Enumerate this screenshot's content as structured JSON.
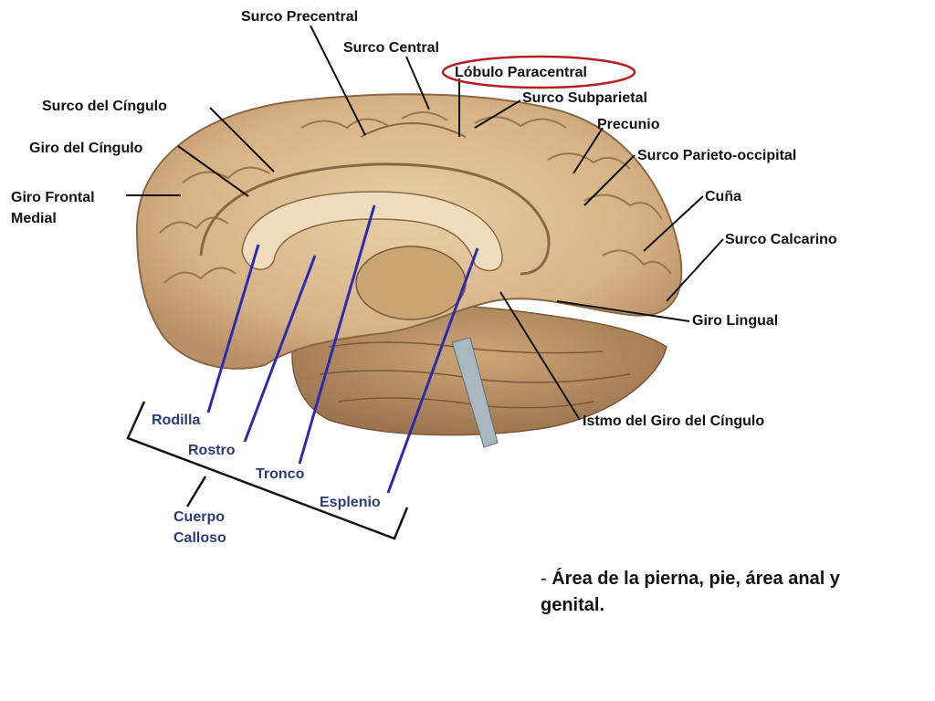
{
  "labels": {
    "surco_precentral": "Surco Precentral",
    "surco_central": "Surco Central",
    "lobulo_paracentral": "Lóbulo Paracentral",
    "surco_subparietal": "Surco Subparietal",
    "precunio": "Precunio",
    "surco_parieto_occipital": "Surco Parieto-occipital",
    "cuna": "Cuña",
    "surco_calcarino": "Surco Calcarino",
    "giro_lingual": "Giro Lingual",
    "istmo": "Istmo del Giro del Cíngulo",
    "surco_del_cingulo": "Surco del Cíngulo",
    "giro_del_cingulo": "Giro del Cíngulo",
    "giro_frontal_line1": "Giro Frontal",
    "giro_frontal_line2": "Medial"
  },
  "corpus_callosum": {
    "rodilla": "Rodilla",
    "rostro": "Rostro",
    "tronco": "Tronco",
    "esplenio": "Esplenio",
    "group_line1": "Cuerpo",
    "group_line2": "Calloso"
  },
  "caption": {
    "dash": "- ",
    "text": "Área de la pierna, pie, área anal y genital."
  },
  "colors": {
    "brain": "#d9b98c",
    "brain_light": "#ead2ad",
    "brain_dark": "#b8946a",
    "highlight_ellipse": "#b32020",
    "blue_lines": "#2b2bb0"
  }
}
